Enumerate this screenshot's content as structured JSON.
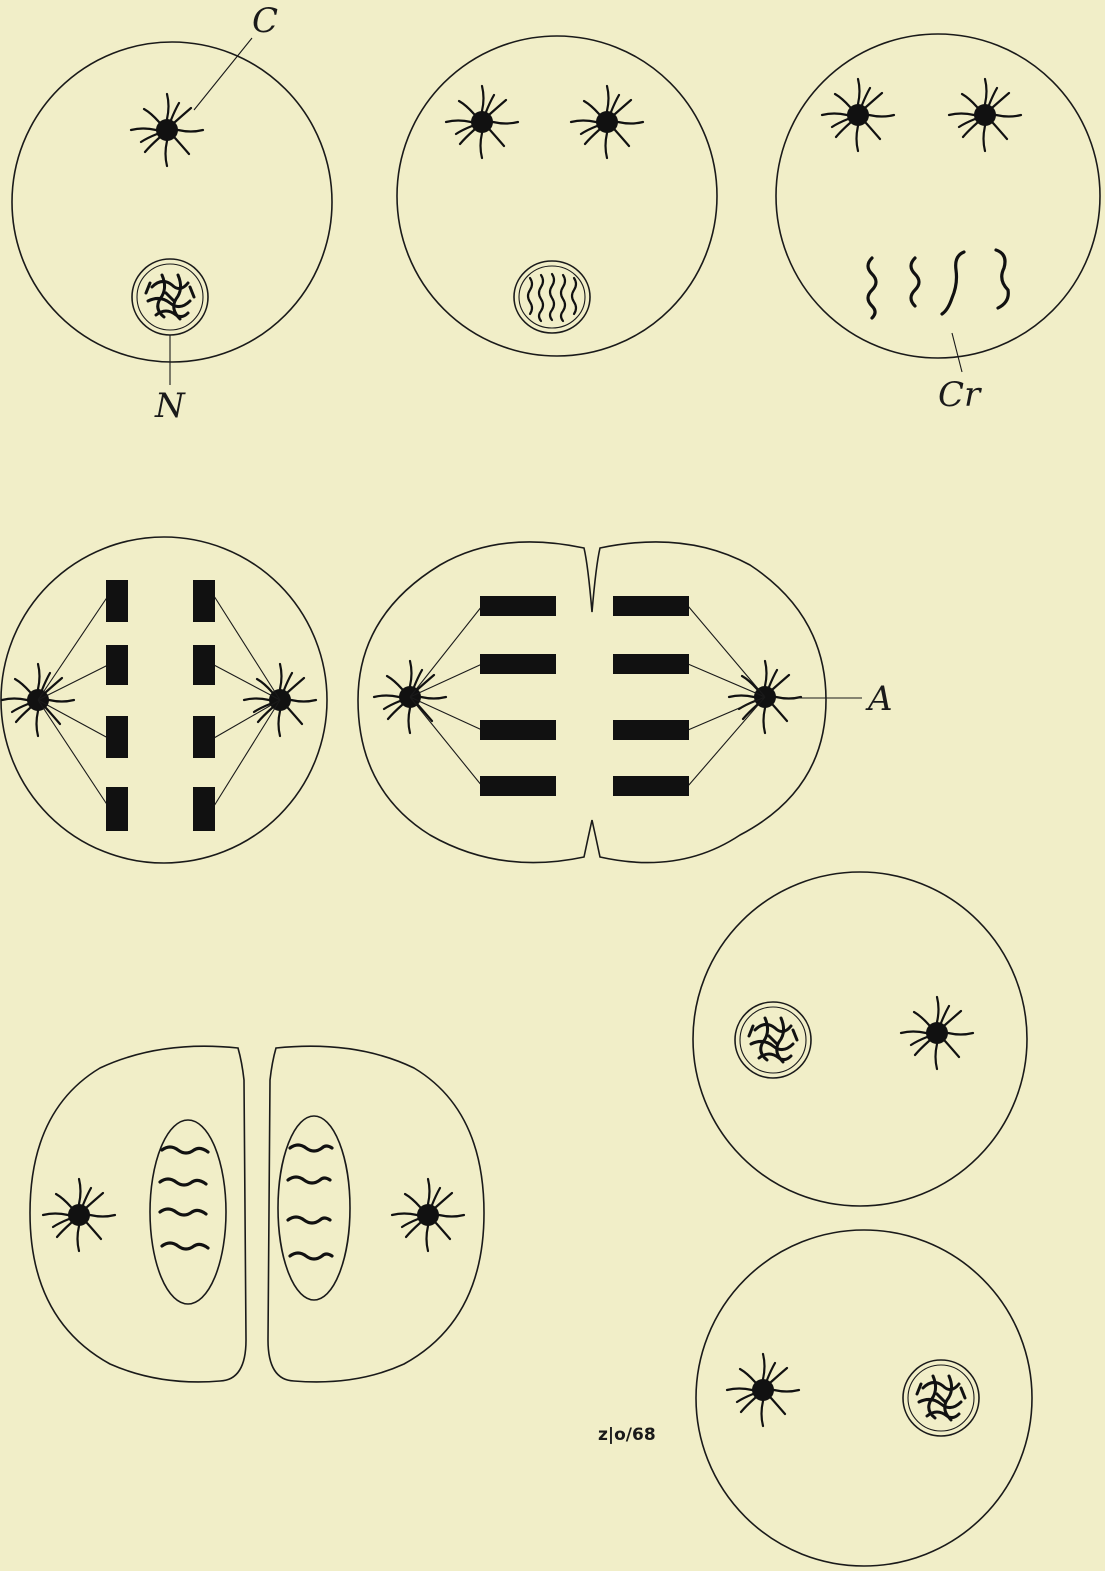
{
  "labels": {
    "centrosome": "C",
    "nucleus": "N",
    "chromosome": "Cr",
    "aster": "A"
  },
  "signature": "ᴢ|ᴏ/68"
}
